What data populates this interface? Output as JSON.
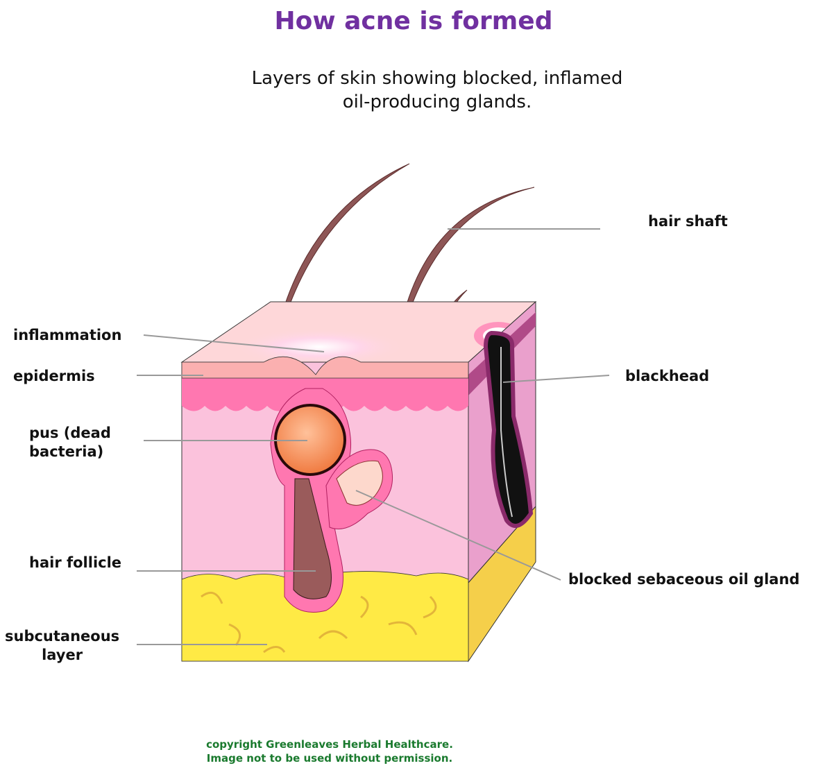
{
  "title": "How acne is formed",
  "subtitle": {
    "line1": "Layers of skin showing blocked, inflamed",
    "line2": "oil-producing glands."
  },
  "labels": {
    "hair_shaft": "hair shaft",
    "inflammation": "inflammation",
    "epidermis": "epidermis",
    "blackhead": "blackhead",
    "pus_line1": "pus (dead",
    "pus_line2": "bacteria)",
    "hair_follicle": "hair follicle",
    "sebaceous_gland": "blocked sebaceous oil gland",
    "subcutaneous_line1": "subcutaneous",
    "subcutaneous_line2": "layer"
  },
  "copyright": {
    "line1": "copyright Greenleaves Herbal Healthcare.",
    "line2": "Image not to be used without permission."
  },
  "colors": {
    "title": "#7030a0",
    "epidermis": "#ff77b0",
    "dermis": "#fbc2dc",
    "fat": "#ffea45",
    "copyright": "#1a7a2e"
  }
}
